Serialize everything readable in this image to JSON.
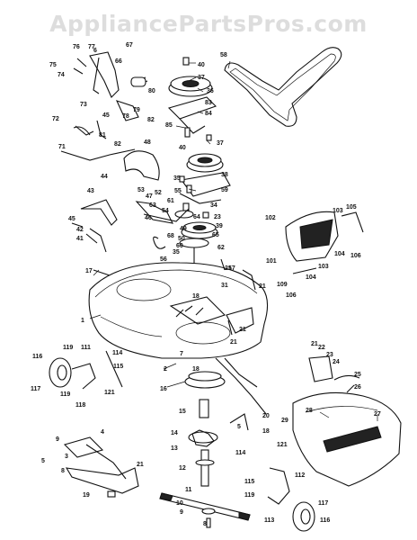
{
  "watermark": "AppliancePartsPros.com",
  "callouts": {
    "c1": "1",
    "c2": "2",
    "c3": "3",
    "c4": "4",
    "c5": "5",
    "c6": "6",
    "c7": "7",
    "c8": "8",
    "c9": "9",
    "c10": "10",
    "c11": "11",
    "c12": "12",
    "c13": "13",
    "c14": "14",
    "c15": "15",
    "c16": "16",
    "c17": "17",
    "c18": "18",
    "c19": "19",
    "c20": "20",
    "c21": "21",
    "c22": "22",
    "c23": "23",
    "c24": "24",
    "c25": "25",
    "c26": "26",
    "c27": "27",
    "c28": "28",
    "c29": "29",
    "c31": "31",
    "c34": "34",
    "c35": "35",
    "c36": "36",
    "c37": "37",
    "c38": "38",
    "c39": "39",
    "c40": "40",
    "c41": "41",
    "c42": "42",
    "c43": "43",
    "c44": "44",
    "c45": "45",
    "c46": "46",
    "c47": "47",
    "c48": "48",
    "c49": "49",
    "c50": "50",
    "c51": "51",
    "c52": "52",
    "c53": "53",
    "c54": "54",
    "c55": "55",
    "c56": "56",
    "c57": "57",
    "c58": "58",
    "c59": "59",
    "c60": "60",
    "c61": "61",
    "c62": "62",
    "c63": "63",
    "c64": "64",
    "c65": "65",
    "c66": "66",
    "c67": "67",
    "c68": "68",
    "c71": "71",
    "c72": "72",
    "c73": "73",
    "c74": "74",
    "c75": "75",
    "c76": "76",
    "c77": "77",
    "c78": "78",
    "c79": "79",
    "c80": "80",
    "c81": "81",
    "c82": "82",
    "c83": "83",
    "c84": "84",
    "c85": "85",
    "c101": "101",
    "c102": "102",
    "c103": "103",
    "c104": "104",
    "c105": "105",
    "c106": "106",
    "c109": "109",
    "c111": "111",
    "c112": "112",
    "c113": "113",
    "c114": "114",
    "c115": "115",
    "c116": "116",
    "c117": "117",
    "c118": "118",
    "c119": "119",
    "c121": "121"
  }
}
